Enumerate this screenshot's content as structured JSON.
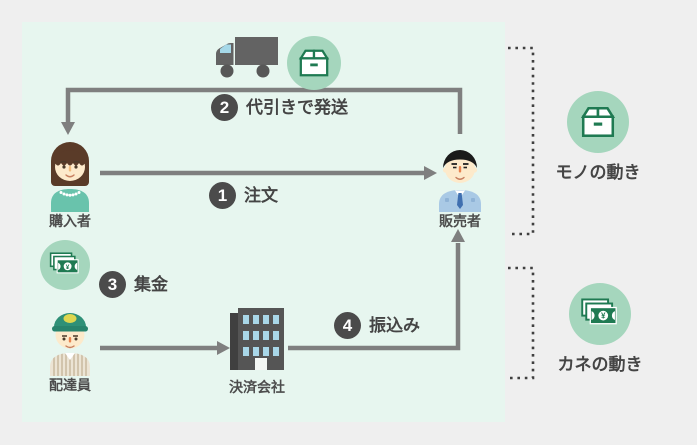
{
  "actors": {
    "buyer": {
      "label": "購入者"
    },
    "seller": {
      "label": "販売者"
    },
    "courier": {
      "label": "配達員"
    },
    "payment_company": {
      "label": "決済会社"
    }
  },
  "steps": {
    "order": {
      "num": "1",
      "label": "注文"
    },
    "ship": {
      "num": "2",
      "label": "代引きで発送"
    },
    "collect": {
      "num": "3",
      "label": "集金"
    },
    "transfer": {
      "num": "4",
      "label": "振込み"
    }
  },
  "legend": {
    "goods": {
      "label": "モノの動き",
      "icon": "package-icon"
    },
    "money": {
      "label": "カネの動き",
      "icon": "money-icon"
    }
  },
  "icons": {
    "yen": "¥"
  },
  "colors": {
    "panel_mint": "#e7f6ef",
    "background_gray": "#efefef",
    "arrow_gray": "#7f7f7f",
    "badge_gray": "#4b4b4b",
    "icon_circle_green": "#a5d6bd",
    "icon_dark_green": "#1f7a52"
  }
}
